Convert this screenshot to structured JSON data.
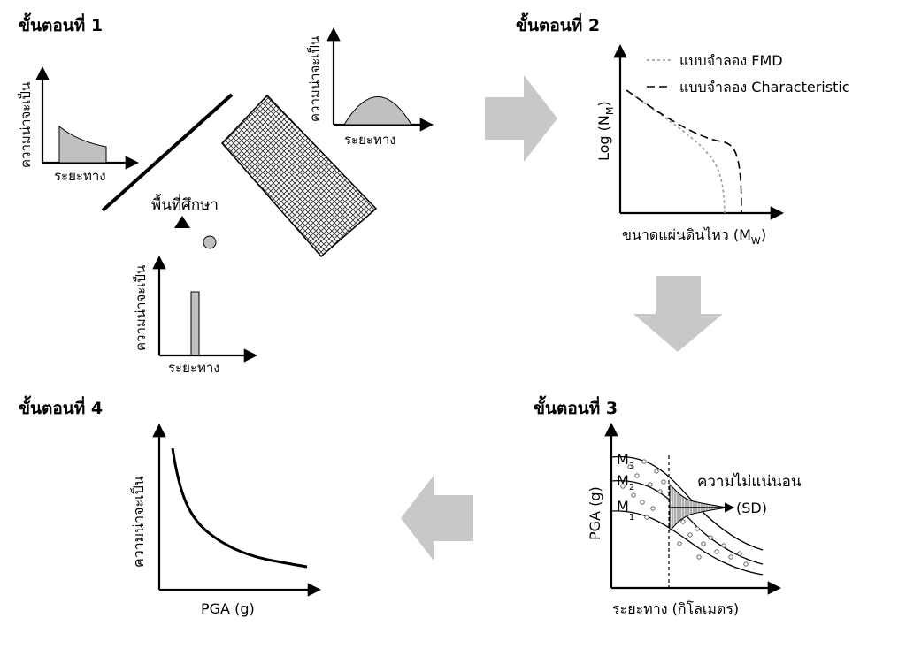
{
  "steps": [
    {
      "title": "ขั้นตอนที่ 1"
    },
    {
      "title": "ขั้นตอนที่ 2"
    },
    {
      "title": "ขั้นตอนที่ 3"
    },
    {
      "title": "ขั้นตอนที่ 4"
    }
  ],
  "step1": {
    "probability_label": "ความน่าจะเป็น",
    "distance_label": "ระยะทาง",
    "site_label": "พื้นที่ศึกษา"
  },
  "step2": {
    "y_label_prefix": "Log (N",
    "y_label_sub": "M",
    "y_label_suffix": ")",
    "x_label_prefix": "ขนาดแผ่นดินไหว (M",
    "x_label_sub": "W",
    "x_label_suffix": ")",
    "legend": [
      {
        "label": "แบบจำลอง FMD",
        "style": "dotted",
        "color": "#999999"
      },
      {
        "label": "แบบจำลอง Characteristic",
        "style": "dashed",
        "color": "#000000"
      }
    ]
  },
  "step3": {
    "y_label": "PGA (g)",
    "x_label": "ระยะทาง (กิโลเมตร)",
    "uncertainty_label": "ความไม่แน่นอน",
    "sd_label": "(SD)",
    "curves": [
      {
        "label": "M",
        "sub": "3"
      },
      {
        "label": "M",
        "sub": "2"
      },
      {
        "label": "M",
        "sub": "1"
      }
    ]
  },
  "step4": {
    "y_label": "ความน่าจะเป็น",
    "x_label": "PGA (g)"
  },
  "colors": {
    "arrow": "#c8c8c8",
    "fill_gray": "#c0c0c0",
    "ink": "#000000"
  }
}
